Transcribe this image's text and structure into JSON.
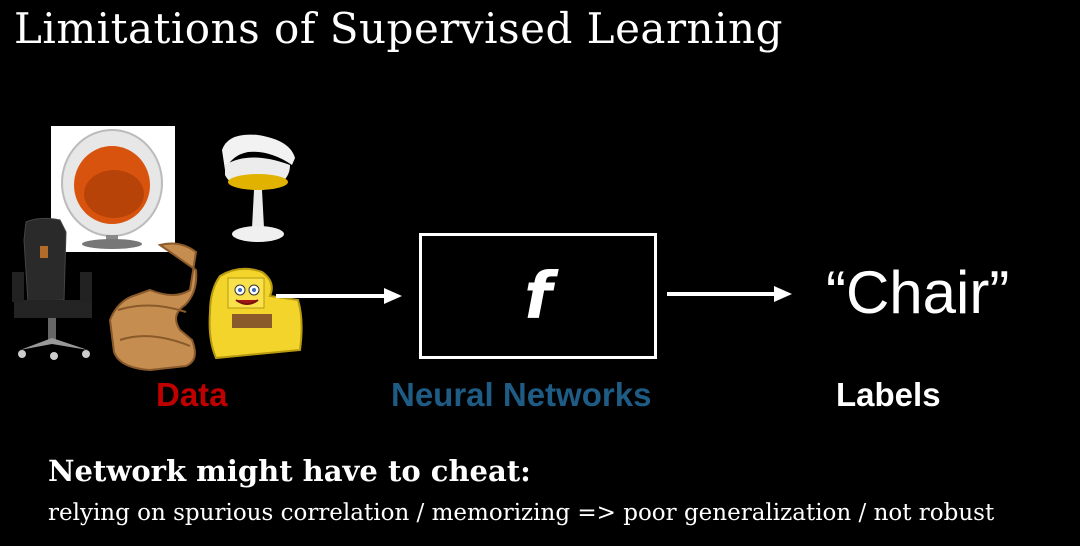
{
  "slide": {
    "title": "Limitations of Supervised Learning",
    "captions": {
      "data": "Data",
      "neural_networks": "Neural Networks",
      "labels": "Labels"
    },
    "function_symbol": "f",
    "output_label": "“Chair”",
    "cheat_heading": "Network might have to cheat:",
    "cheat_detail": "relying on spurious correlation / memorizing => poor generalization / not robust"
  },
  "colors": {
    "background": "#000000",
    "data_caption": "#c00000",
    "neural_networks_caption": "#1f5c85",
    "text": "#ffffff"
  },
  "images": [
    "ball-chair-image",
    "tulip-chair-image",
    "gaming-chair-image",
    "wiggle-chair-image",
    "spongebob-armchair-image"
  ]
}
